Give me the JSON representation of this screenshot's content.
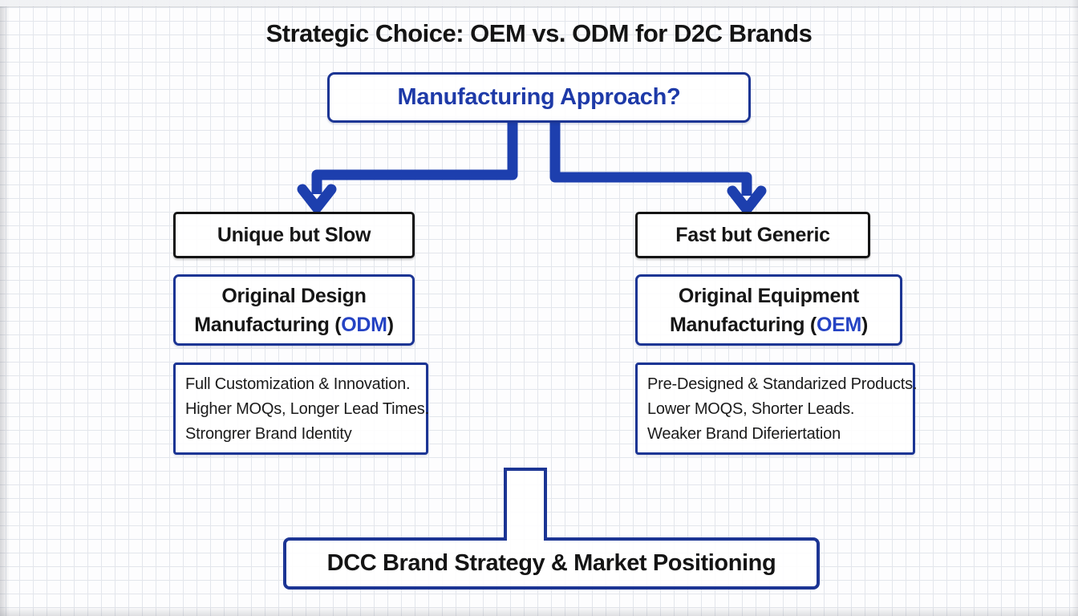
{
  "title": "Strategic Choice: OEM vs. ODM for D2C Brands",
  "root_node": {
    "label": "Manufacturing Approach?"
  },
  "branches": [
    {
      "verdict": "Unique but Slow",
      "name_line1": "Original Design",
      "name_line2_prefix": "Manufacturing (",
      "acronym": "ODM",
      "name_line2_suffix": ")",
      "details": [
        "Full Customization & Innovation.",
        "Higher MOQs, Longer Lead Times.",
        "Strongrer Brand Identity"
      ]
    },
    {
      "verdict": "Fast but Generic",
      "name_line1": "Original Equipment",
      "name_line2_prefix": "Manufacturing (",
      "acronym": "OEM",
      "name_line2_suffix": ")",
      "details": [
        "Pre-Designed & Standarized Products.",
        "Lower MOQS, Shorter Leads.",
        "Weaker Brand Diferiertation"
      ]
    }
  ],
  "outcome_node": {
    "label": "DCC Brand Strategy & Market Positioning"
  },
  "colors": {
    "box_border_blue": "#1c3594",
    "arrow_blue": "#1d3fae",
    "acronym_blue": "#2543c4",
    "border_black": "#141414",
    "grid_line": "#e3e6ec",
    "paper": "#fdfdfe"
  }
}
